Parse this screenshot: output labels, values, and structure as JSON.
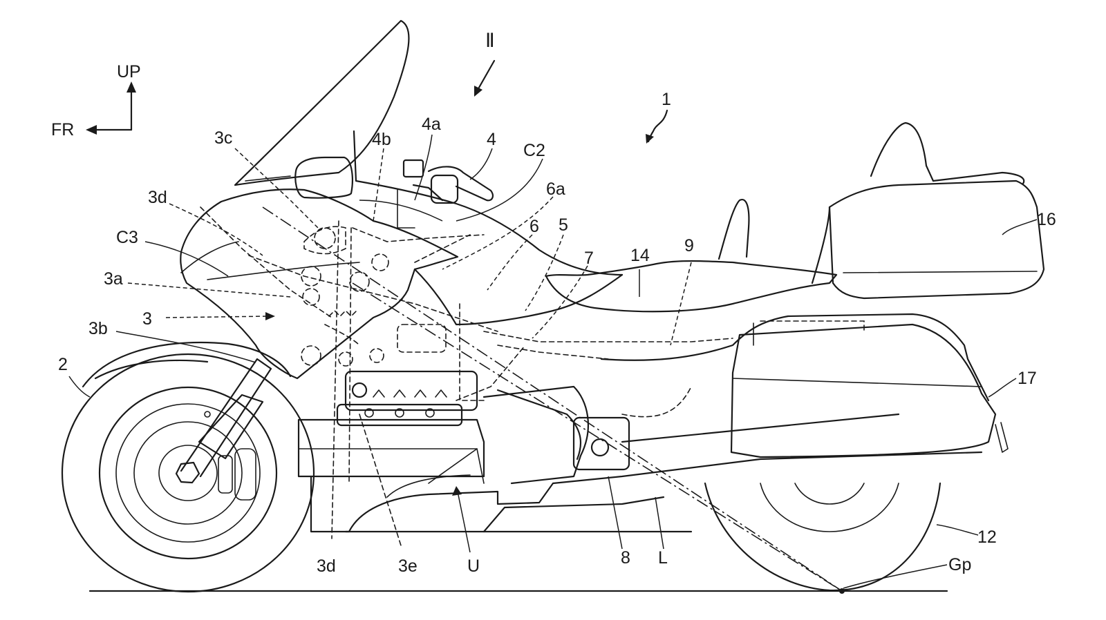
{
  "orientation": {
    "up": "UP",
    "front": "FR"
  },
  "view_marker": "Ⅱ",
  "labels": {
    "l1": "1",
    "l2": "2",
    "l3": "3",
    "l3a": "3a",
    "l3b": "3b",
    "l3c": "3c",
    "l3d_top": "3d",
    "l3d_bottom": "3d",
    "l3e": "3e",
    "l4": "4",
    "l4a": "4a",
    "l4b": "4b",
    "l5": "5",
    "l6": "6",
    "l6a": "6a",
    "l7": "7",
    "l8": "8",
    "l9": "9",
    "l12": "12",
    "l14": "14",
    "l16": "16",
    "l17": "17",
    "c2": "C2",
    "c3": "C3",
    "u": "U",
    "l": "L",
    "gp": "Gp"
  }
}
